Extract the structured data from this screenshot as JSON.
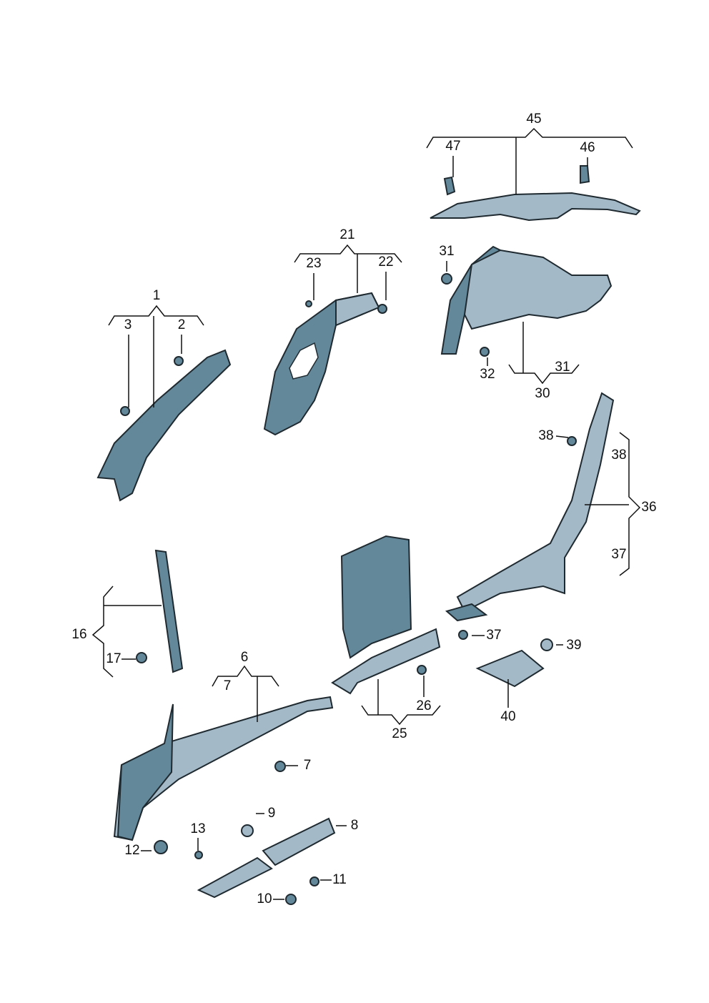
{
  "title": "Interior trim parts diagram",
  "colors": {
    "part_dark": "#62889a",
    "part_light": "#a3b9c7",
    "outline": "#1f2a30"
  },
  "labels": [
    "45",
    "47",
    "46",
    "21",
    "23",
    "22",
    "31",
    "1",
    "3",
    "2",
    "32",
    "31",
    "30",
    "38",
    "38",
    "36",
    "37",
    "16",
    "17",
    "37",
    "39",
    "6",
    "7",
    "26",
    "25",
    "40",
    "7",
    "9",
    "8",
    "13",
    "12",
    "11",
    "10"
  ]
}
